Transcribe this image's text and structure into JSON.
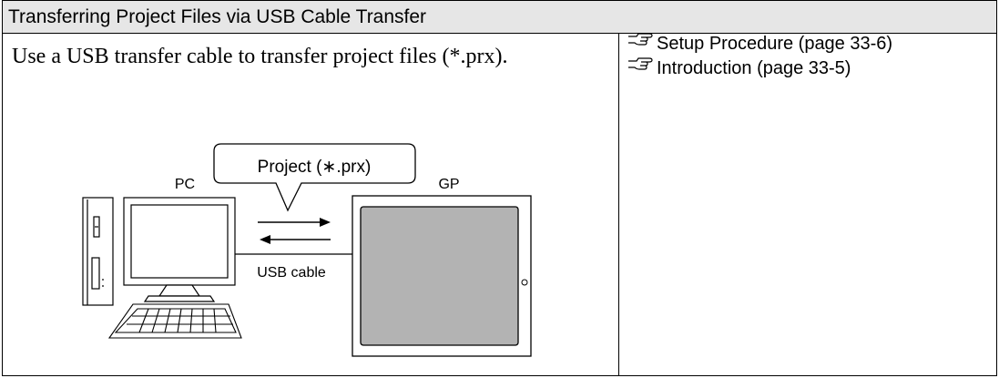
{
  "header": {
    "title": "Transferring Project Files via USB Cable Transfer"
  },
  "description": "Use a USB transfer cable to transfer project files (*.prx).",
  "references": [
    {
      "icon": "pointing-hand-icon",
      "label": "Setup Procedure  (page 33-6)"
    },
    {
      "icon": "pointing-hand-icon",
      "label": "Introduction (page 33-5)"
    }
  ],
  "diagram": {
    "callout": "Project (∗.prx)",
    "pc_label": "PC",
    "gp_label": "GP",
    "cable_label": "USB cable"
  }
}
